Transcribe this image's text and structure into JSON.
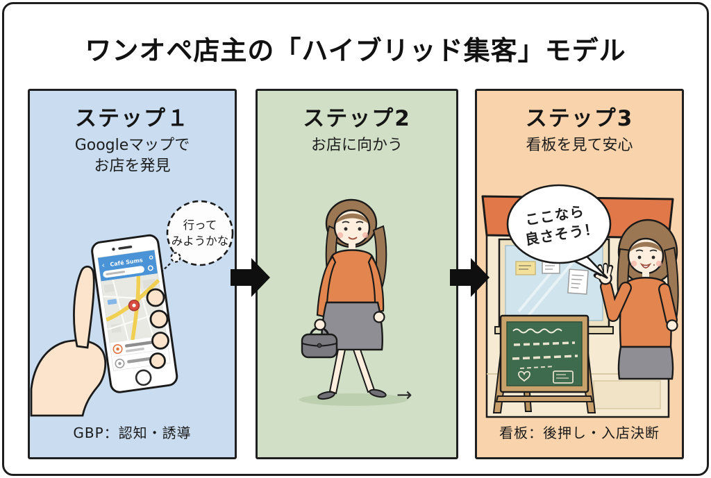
{
  "title": "ワンオペ店主の「ハイブリッド集客」モデル",
  "colors": {
    "step1_bg": "#c9dcf0",
    "step2_bg": "#d0dfc5",
    "step3_bg": "#f8d3ab",
    "arrow": "#0f0f0f",
    "accent_orange": "#e0784a",
    "sweater_orange": "#e2854e",
    "board_green": "#3e6a4e",
    "phone_header_blue": "#4a93d6"
  },
  "steps": [
    {
      "step_label": "ステップ１",
      "subtitle_line1": "Googleマップで",
      "subtitle_line2": "お店を発見",
      "caption": "GBP：認知・誘導",
      "thought_bubble_line1": "行って",
      "thought_bubble_line2": "みようかな",
      "phone_app_title": "Café Sums"
    },
    {
      "step_label": "ステップ2",
      "subtitle_line1": "お店に向かう",
      "walk_arrow": "→"
    },
    {
      "step_label": "ステップ3",
      "subtitle_line1": "看板を見て安心",
      "caption": "看板：後押し・入店決断",
      "speech_bubble_line1": "ここなら",
      "speech_bubble_line2": "良さそう！"
    }
  ]
}
